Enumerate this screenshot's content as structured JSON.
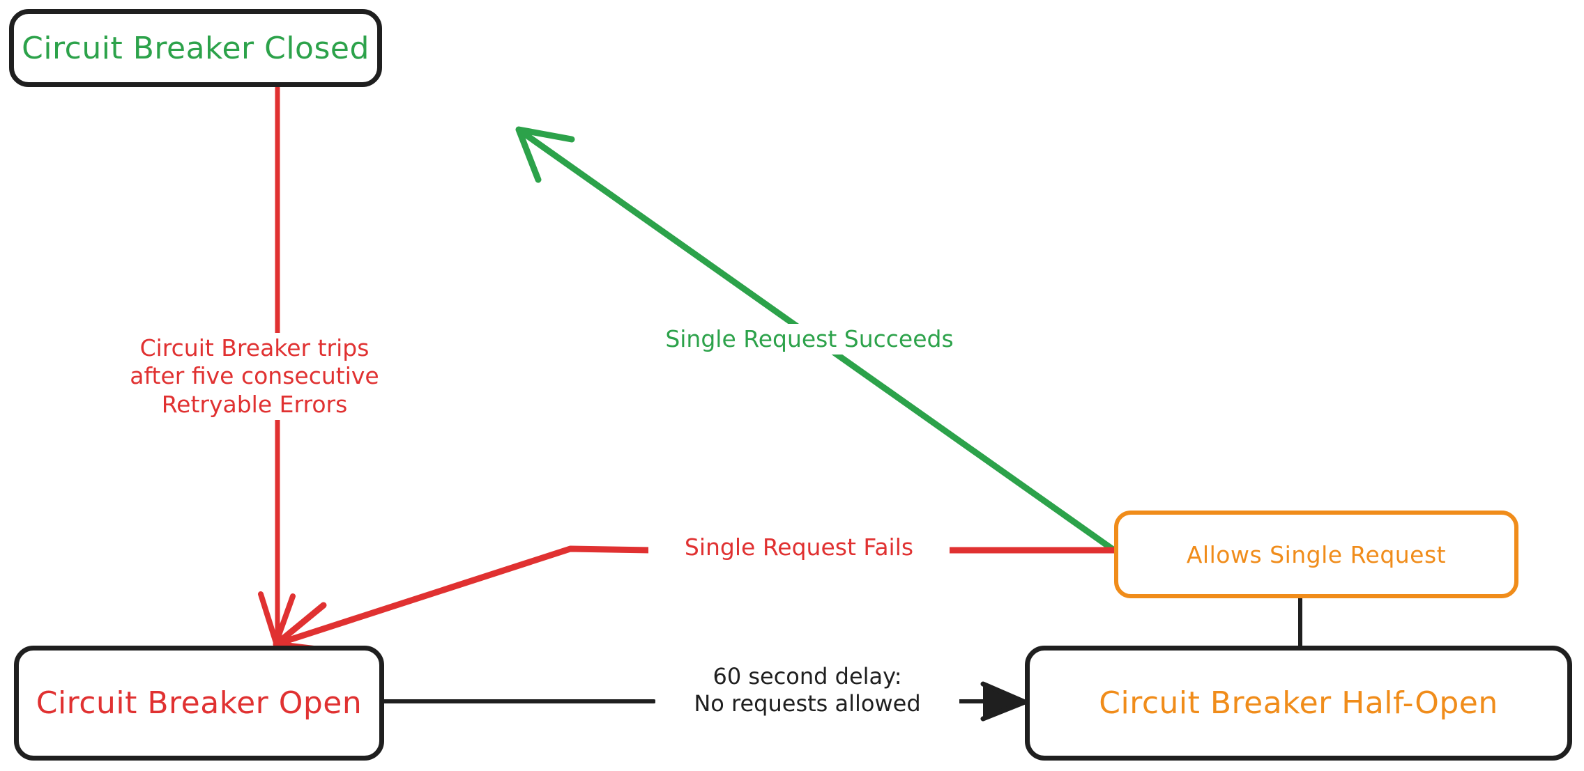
{
  "diagram": {
    "title": "Circuit Breaker State Diagram",
    "type": "state-machine",
    "background_color": "#ffffff",
    "colors": {
      "green": "#2ca24a",
      "red": "#e03131",
      "orange": "#f08c1a",
      "black": "#1f1f1f"
    },
    "nodes": [
      {
        "id": "closed",
        "label": "Circuit Breaker Closed",
        "text_color": "#2ca24a",
        "border_color": "#1f1f1f"
      },
      {
        "id": "open",
        "label": "Circuit Breaker Open",
        "text_color": "#e03131",
        "border_color": "#1f1f1f"
      },
      {
        "id": "half-open",
        "label": "Circuit Breaker Half-Open",
        "text_color": "#f08c1a",
        "border_color": "#1f1f1f"
      },
      {
        "id": "allows-single-request",
        "label": "Allows Single Request",
        "text_color": "#f08c1a",
        "border_color": "#f08c1a"
      }
    ],
    "edges": [
      {
        "id": "closed-to-open",
        "from": "closed",
        "to": "open",
        "label": "Circuit Breaker trips\nafter five consecutive\nRetryable Errors",
        "color": "#e03131"
      },
      {
        "id": "allows-to-closed",
        "from": "allows-single-request",
        "to": "closed",
        "label": "Single Request Succeeds",
        "color": "#2ca24a"
      },
      {
        "id": "allows-to-open",
        "from": "allows-single-request",
        "to": "open",
        "label": "Single Request Fails",
        "color": "#e03131"
      },
      {
        "id": "open-to-half-open",
        "from": "open",
        "to": "half-open",
        "label": "60 second delay:\nNo requests allowed",
        "color": "#1f1f1f"
      },
      {
        "id": "half-open-to-allows",
        "from": "half-open",
        "to": "allows-single-request",
        "label": "",
        "color": "#1f1f1f"
      }
    ]
  }
}
